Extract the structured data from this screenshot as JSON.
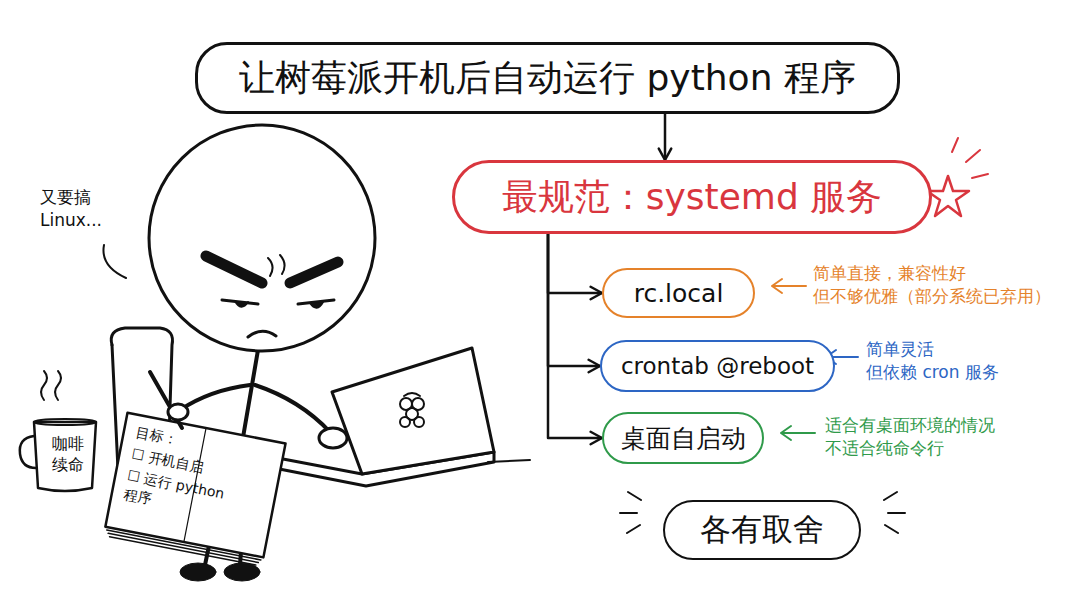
{
  "diagram": {
    "nodes": [
      {
        "text": [
          "让树莓派开机后自动运行 python 程序"
        ]
      },
      {
        "text": [
          "最规范：systemd 服务"
        ]
      },
      {
        "text": [
          "rc.local"
        ]
      },
      {
        "text": [
          "crontab @reboot"
        ]
      },
      {
        "text": [
          "桌面自启动"
        ]
      },
      {
        "text": [
          "各有取舍"
        ]
      },
      {
        "text": [
          "目标：",
          "☐ 开机自启",
          "☐ 运行 python 程序"
        ]
      },
      {
        "text": [
          "咖啡 续命"
        ]
      }
    ],
    "edges": [
      {
        "from": 0,
        "to": 1,
        "arrow": "to"
      },
      {
        "from": 1,
        "to": 2,
        "arrow": "to"
      },
      {
        "from": 1,
        "to": 3,
        "arrow": "to"
      },
      {
        "from": 1,
        "to": 4,
        "arrow": "to"
      }
    ],
    "labels": [
      "又要搞 Linux...",
      "简单直接，兼容性好 但不够优雅（部分系统已弃用）",
      "简单灵活 但依赖 cron 服务",
      "适合有桌面环境的情况 不适合纯命令行"
    ]
  }
}
